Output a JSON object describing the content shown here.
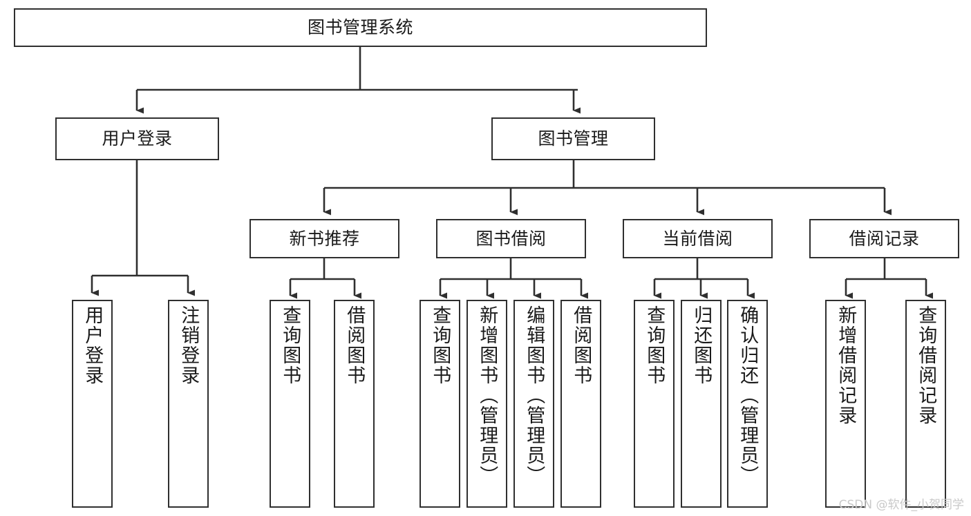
{
  "diagram": {
    "title": "图书管理系统",
    "type": "tree-hierarchy-chart",
    "watermark": "CSDN @软件_小贺同学",
    "style": {
      "box_border_color": "#2f2f2f",
      "box_fill_color": "#ffffff",
      "edge_color": "#2f2f2f",
      "text_color": "#1a1a1a",
      "watermark_color": "#c9c9c9",
      "background": "#ffffff"
    },
    "root": {
      "label": "图书管理系统",
      "orientation": "horizontal"
    },
    "level2": [
      {
        "label": "用户登录",
        "orientation": "horizontal"
      },
      {
        "label": "图书管理",
        "orientation": "horizontal"
      }
    ],
    "level3": [
      {
        "label": "新书推荐",
        "orientation": "horizontal",
        "parent": "图书管理"
      },
      {
        "label": "图书借阅",
        "orientation": "horizontal",
        "parent": "图书管理"
      },
      {
        "label": "当前借阅",
        "orientation": "horizontal",
        "parent": "图书管理"
      },
      {
        "label": "借阅记录",
        "orientation": "horizontal",
        "parent": "图书管理"
      }
    ],
    "leaves": {
      "user_login": [
        {
          "label": "用户登录",
          "orientation": "vertical"
        },
        {
          "label": "注销登录",
          "orientation": "vertical"
        }
      ],
      "new_book_recommend": [
        {
          "label": "查询图书",
          "orientation": "vertical"
        },
        {
          "label": "借阅图书",
          "orientation": "vertical"
        }
      ],
      "book_borrow": [
        {
          "label": "查询图书",
          "orientation": "vertical"
        },
        {
          "label": "新增图书（管理员）",
          "orientation": "vertical"
        },
        {
          "label": "编辑图书（管理员）",
          "orientation": "vertical"
        },
        {
          "label": "借阅图书",
          "orientation": "vertical"
        }
      ],
      "current_borrow": [
        {
          "label": "查询图书",
          "orientation": "vertical"
        },
        {
          "label": "归还图书",
          "orientation": "vertical"
        },
        {
          "label": "确认归还（管理员）",
          "orientation": "vertical"
        }
      ],
      "borrow_record": [
        {
          "label": "新增借阅记录",
          "orientation": "vertical"
        },
        {
          "label": "查询借阅记录",
          "orientation": "vertical"
        }
      ]
    }
  }
}
